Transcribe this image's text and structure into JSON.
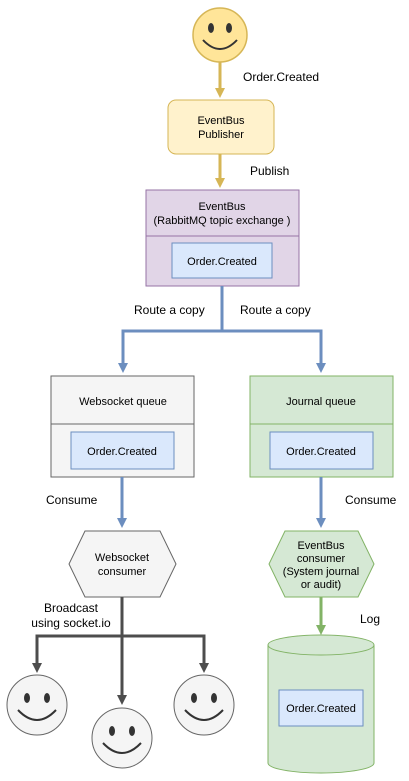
{
  "nodes": {
    "publisher": {
      "line1": "EventBus",
      "line2": "Publisher"
    },
    "exchange": {
      "line1": "EventBus",
      "line2": "(RabbitMQ topic exchange )",
      "message": "Order.Created"
    },
    "websocket_queue": {
      "title": "Websocket queue",
      "message": "Order.Created"
    },
    "journal_queue": {
      "title": "Journal queue",
      "message": "Order.Created"
    },
    "websocket_consumer": {
      "line1": "Websocket",
      "line2": "consumer"
    },
    "eventbus_consumer": {
      "line1": "EventBus",
      "line2": "consumer",
      "line3": "(System journal",
      "line4": "or audit)"
    },
    "log_store": {
      "message": "Order.Created"
    }
  },
  "edges": {
    "order_created": "Order.Created",
    "publish": "Publish",
    "route_left": "Route a copy",
    "route_right": "Route a copy",
    "consume_left": "Consume",
    "consume_right": "Consume",
    "broadcast_line1": "Broadcast",
    "broadcast_line2": "using socket.io",
    "log": "Log"
  },
  "colors": {
    "yellow_fill": "#FFF2CC",
    "yellow_stroke": "#D6B656",
    "purple_fill": "#E1D5E7",
    "purple_stroke": "#9673A6",
    "blue_fill": "#DAE8FC",
    "blue_stroke": "#6C8EBF",
    "gray_fill": "#F5F5F5",
    "gray_stroke": "#666666",
    "green_fill": "#D5E8D4",
    "green_stroke": "#82B366",
    "smiley_fill": "#FFE599",
    "smiley_stroke": "#D6B656",
    "white_smiley_fill": "#F5F5F5"
  },
  "icons": [
    "smiley-icon",
    "smiley-icon",
    "smiley-icon",
    "smiley-icon"
  ]
}
